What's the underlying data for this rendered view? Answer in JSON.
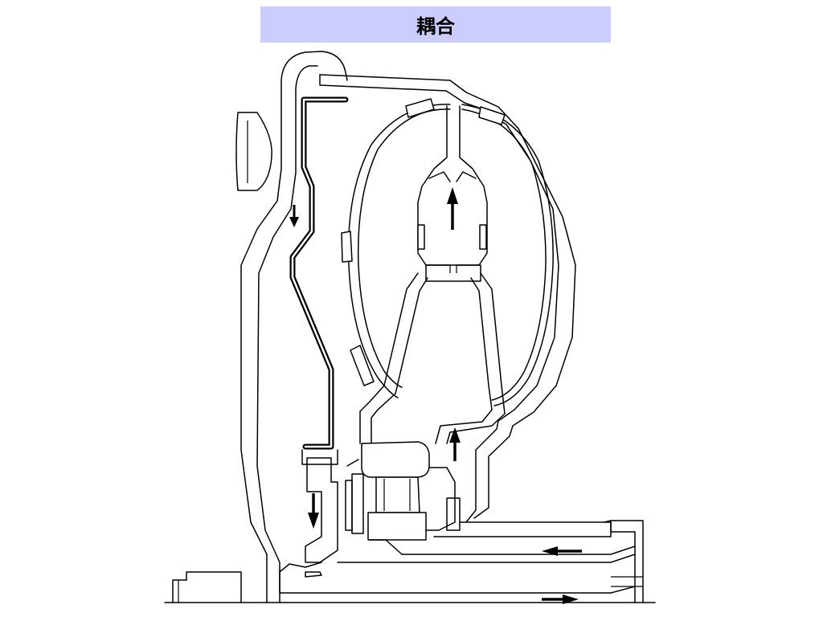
{
  "title": {
    "text": "耦合",
    "background": "#ccccff"
  },
  "colors": {
    "line": "#000000",
    "background": "#ffffff"
  },
  "flow_arrows": [
    {
      "name": "flow-arrow-down-upper-left",
      "direction": "down"
    },
    {
      "name": "flow-arrow-up-torus-center",
      "direction": "up"
    },
    {
      "name": "flow-arrow-up-lower",
      "direction": "up"
    },
    {
      "name": "flow-arrow-down-lower-left",
      "direction": "down"
    },
    {
      "name": "flow-arrow-left-shaft",
      "direction": "left"
    },
    {
      "name": "flow-arrow-right-shaft",
      "direction": "right"
    }
  ]
}
